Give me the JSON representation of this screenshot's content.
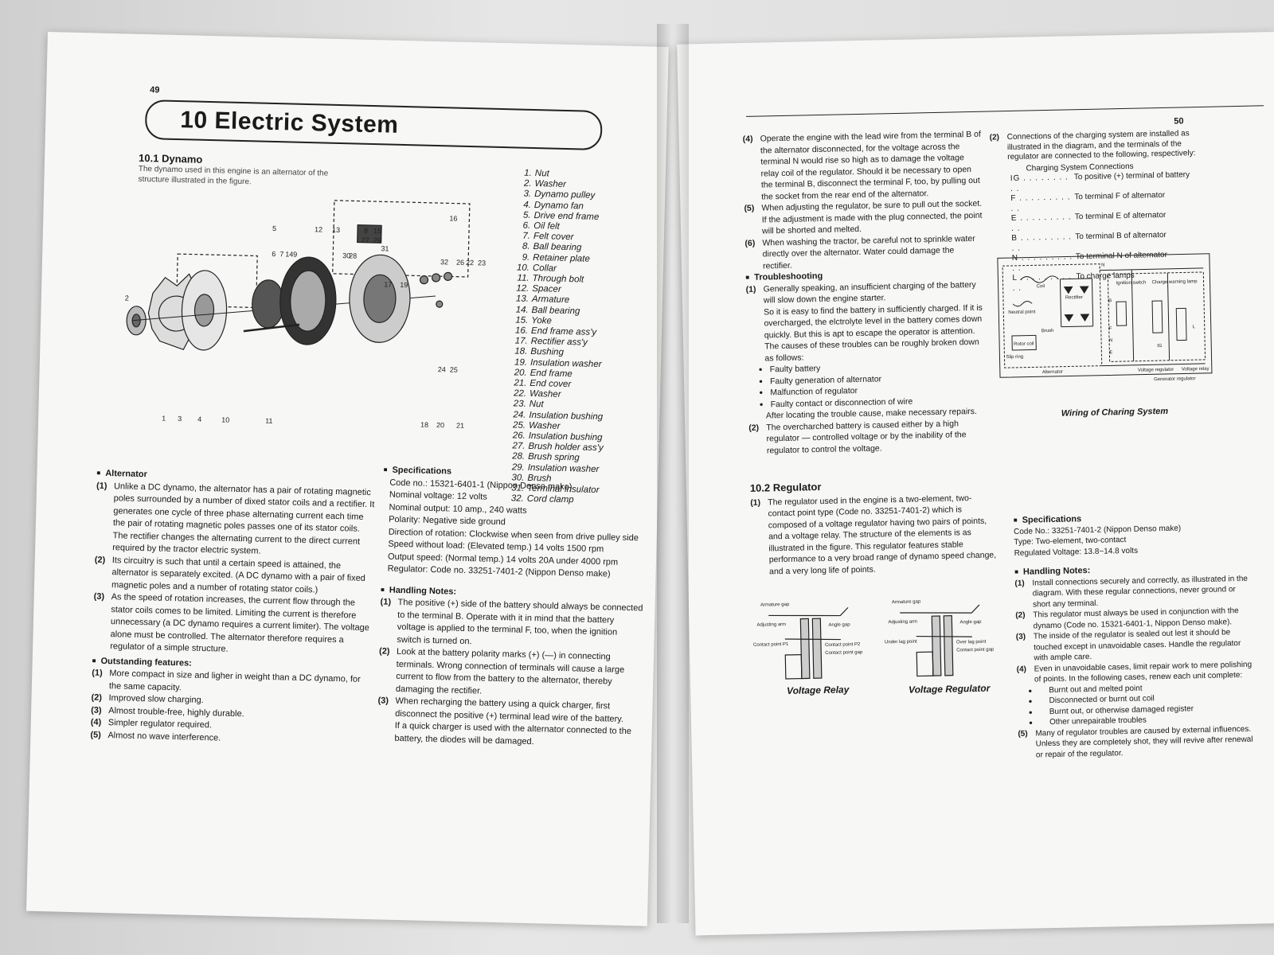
{
  "left_page": {
    "page_number": "49",
    "chapter_title": "10 Electric System",
    "section_title": "10.1 Dynamo",
    "intro": "The dynamo used in this engine is an alternator of the structure illustrated in the figure.",
    "figure_callouts": [
      "1",
      "2",
      "3",
      "4",
      "5",
      "6",
      "7",
      "8",
      "9",
      "10",
      "11",
      "12",
      "13",
      "14",
      "15",
      "16",
      "17",
      "18",
      "19",
      "20",
      "21",
      "22",
      "23",
      "24",
      "25",
      "26",
      "27",
      "28",
      "29",
      "30",
      "31",
      "32"
    ],
    "parts": [
      {
        "n": "1.",
        "name": "Nut"
      },
      {
        "n": "2.",
        "name": "Washer"
      },
      {
        "n": "3.",
        "name": "Dynamo pulley"
      },
      {
        "n": "4.",
        "name": "Dynamo fan"
      },
      {
        "n": "5.",
        "name": "Drive end frame"
      },
      {
        "n": "6.",
        "name": "Oil felt"
      },
      {
        "n": "7.",
        "name": "Felt cover"
      },
      {
        "n": "8.",
        "name": "Ball bearing"
      },
      {
        "n": "9.",
        "name": "Retainer plate"
      },
      {
        "n": "10.",
        "name": "Collar"
      },
      {
        "n": "11.",
        "name": "Through bolt"
      },
      {
        "n": "12.",
        "name": "Spacer"
      },
      {
        "n": "13.",
        "name": "Armature"
      },
      {
        "n": "14.",
        "name": "Ball bearing"
      },
      {
        "n": "15.",
        "name": "Yoke"
      },
      {
        "n": "16.",
        "name": "End frame ass'y"
      },
      {
        "n": "17.",
        "name": "Rectifier ass'y"
      },
      {
        "n": "18.",
        "name": "Bushing"
      },
      {
        "n": "19.",
        "name": "Insulation washer"
      },
      {
        "n": "20.",
        "name": "End frame"
      },
      {
        "n": "21.",
        "name": "End cover"
      },
      {
        "n": "22.",
        "name": "Washer"
      },
      {
        "n": "23.",
        "name": "Nut"
      },
      {
        "n": "24.",
        "name": "Insulation bushing"
      },
      {
        "n": "25.",
        "name": "Washer"
      },
      {
        "n": "26.",
        "name": "Insulation bushing"
      },
      {
        "n": "27.",
        "name": "Brush holder ass'y"
      },
      {
        "n": "28.",
        "name": "Brush spring"
      },
      {
        "n": "29.",
        "name": "Insulation washer"
      },
      {
        "n": "30.",
        "name": "Brush"
      },
      {
        "n": "31.",
        "name": "Terminal insulator"
      },
      {
        "n": "32.",
        "name": "Cord clamp"
      }
    ],
    "alternator": {
      "heading": "Alternator",
      "items": [
        {
          "n": "(1)",
          "text": "Unlike a DC dynamo, the alternator has a pair of rotating magnetic poles surrounded by a number of dixed stator coils and a rectifier. It generates one cycle of three phase alternating current each time the pair of rotating magnetic poles passes one of its stator coils. The rectifier changes the alternating current to the direct current required by the tractor electric system."
        },
        {
          "n": "(2)",
          "text": "Its circuitry is such that until a certain speed is attained, the alternator is separately excited. (A DC dynamo with a pair of fixed magnetic poles and a number of rotating stator coils.)"
        },
        {
          "n": "(3)",
          "text": "As the speed of rotation increases, the current flow through the stator coils comes to be limited. Limiting the current is therefore unnecessary (a DC dynamo requires a current limiter). The voltage alone must be controlled. The alternator therefore requires a regulator of a simple structure."
        }
      ]
    },
    "outstanding": {
      "heading": "Outstanding features:",
      "items": [
        {
          "n": "(1)",
          "text": "More compact in size and ligher in weight than a DC dynamo, for the same capacity."
        },
        {
          "n": "(2)",
          "text": "Improved slow charging."
        },
        {
          "n": "(3)",
          "text": "Almost trouble-free, highly durable."
        },
        {
          "n": "(4)",
          "text": "Simpler regulator required."
        },
        {
          "n": "(5)",
          "text": "Almost no wave interference."
        }
      ]
    },
    "specifications": {
      "heading": "Specifications",
      "lines": [
        "Code no.: 15321-6401-1 (Nippon Denso make)",
        "Nominal voltage: 12 volts",
        "Nominal output: 10 amp., 240 watts",
        "Polarity: Negative side ground",
        "Direction of rotation: Clockwise when seen from drive pulley side",
        "Speed without load: (Elevated temp.) 14 volts 1500 rpm",
        "Output speed: (Normal temp.) 14 volts 20A under 4000 rpm",
        "Regulator: Code no. 33251-7401-2 (Nippon Denso make)"
      ]
    },
    "handling": {
      "heading": "Handling Notes:",
      "items": [
        {
          "n": "(1)",
          "text": "The positive (+) side of the battery should always be connected to the terminal B. Operate with it in mind that the battery voltage is applied to the terminal F, too, when the ignition switch is turned on."
        },
        {
          "n": "(2)",
          "text": "Look at the battery polarity marks (+) (—) in connecting terminals. Wrong connection of terminals will cause a large current to flow from the battery to the alternator, thereby damaging the rectifier."
        },
        {
          "n": "(3)",
          "text": "When recharging the battery using a quick charger, first disconnect the positive (+) terminal lead wire of the battery."
        }
      ],
      "extra": "If a quick charger is used with the alternator connected to the battery, the diodes will be damaged."
    }
  },
  "right_page": {
    "page_number": "50",
    "top_items": [
      {
        "n": "(4)",
        "text": "Operate the engine with the lead wire from the terminal B of the alternator disconnected, for the voltage across the terminal N would rise so high as to damage the voltage relay coil of the regulator. Should it be necessary to open the terminal B, disconnect the terminal F, too, by pulling out the socket from the rear end of the alternator."
      },
      {
        "n": "(5)",
        "text": "When adjusting the regulator, be sure to pull out the socket. If the adjustment is made with the plug connected, the point will be shorted and melted."
      },
      {
        "n": "(6)",
        "text": "When washing the tractor, be careful not to sprinkle water directly over the alternator. Water could damage the rectifier."
      }
    ],
    "troubleshooting": {
      "heading": "Troubleshooting",
      "item1": "Generally speaking, an insufficient charging of the battery will slow down the engine starter.",
      "item1_more": "So it is easy to find the battery in sufficiently charged. If it is overcharged, the elctrolyte level in the battery comes down quickly. But this is apt to escape the operator is attention.",
      "causes_intro": "The causes of these troubles can be roughly broken down as follows:",
      "causes": [
        "Faulty battery",
        "Faulty generation of alternator",
        "Malfunction of regulator",
        "Faulty contact or disconnection of wire"
      ],
      "after": "After locating the trouble cause, make necessary repairs.",
      "item2": "The overcharched battery is caused either by a high regulator — controlled voltage or by the inability of the regulator to control the voltage."
    },
    "connections": {
      "n": "(2)",
      "text": "Connections of the charging system are installed as illustrated in the diagram, and the terminals of the regulator are connected to the following, respectively:",
      "title": "Charging System Connections",
      "rows": [
        {
          "k": "IG . . . . . . . . . .",
          "v": "To positive (+) terminal of battery"
        },
        {
          "k": "F . . . . . . . . . . .",
          "v": "To terminal F of alternator"
        },
        {
          "k": "E . . . . . . . . . . .",
          "v": "To terminal E of alternator"
        },
        {
          "k": "B . . . . . . . . . . .",
          "v": "To terminal B of alternator"
        },
        {
          "k": "N . . . . . . . . . . .",
          "v": "To terminal N of alternator"
        },
        {
          "k": "L . . . . . . . . . . .",
          "v": "To charge lamps"
        }
      ]
    },
    "wiring_caption": "Wiring of Charing System",
    "wiring_labels": [
      "Coil",
      "Rectifier",
      "Neutral point",
      "Brush",
      "Rotor coil",
      "Slip ring",
      "Alternator",
      "Ignition switch",
      "Charge warning lamp",
      "Voltage regulator",
      "Voltage relay",
      "Generator regulator",
      "F",
      "B",
      "E",
      "N",
      "L",
      "IG",
      "N"
    ],
    "regulator_section": {
      "title": "10.2 Regulator",
      "n": "(1)",
      "text": "The regulator used in the engine is a two-element, two-contact point type (Code no. 33251-7401-2) which is composed of a voltage regulator having two pairs of points, and a voltage relay. The structure of the elements is as illustrated in the figure. This regulator features stable performance to a very broad range of dynamo speed change, and a very long life of points."
    },
    "relay_fig": {
      "caption": "Voltage Relay",
      "labels": [
        "Armature gap",
        "Adjusting arm",
        "Angle gap",
        "Contact point P1",
        "Contact point P2",
        "Contact point gap"
      ]
    },
    "regulator_fig": {
      "caption": "Voltage Regulator",
      "labels": [
        "Armature gap",
        "Adjusting arm",
        "Angle gap",
        "Under lag point",
        "Over lag point",
        "Contact point gap"
      ]
    },
    "reg_specs": {
      "heading": "Specifications",
      "lines": [
        "Code No.: 33251-7401-2 (Nippon Denso make)",
        "Type: Two-element, two-contact",
        "Regulated Voltage: 13.8~14.8 volts"
      ]
    },
    "reg_handling": {
      "heading": "Handling Notes:",
      "items": [
        {
          "n": "(1)",
          "text": "Install connections securely and correctly, as illustrated in the diagram. With these regular connections, never ground or short any terminal."
        },
        {
          "n": "(2)",
          "text": "This regulator must always be used in conjunction with the dynamo (Code no. 15321-6401-1, Nippon Denso make)."
        },
        {
          "n": "(3)",
          "text": "The inside of the regulator is sealed out lest it should be touched except in unavoidable cases. Handle the regulator with ample care."
        },
        {
          "n": "(4)",
          "text": "Even in unavoidable cases, limit repair work to mere polishing of points. In the following cases, renew each unit complete:"
        }
      ],
      "bullets": [
        "Burnt out and melted point",
        "Disconnected or burnt out coil",
        "Burnt out, or otherwise damaged register",
        "Other unrepairable troubles"
      ],
      "item5": {
        "n": "(5)",
        "text": "Many of regulator troubles are caused by external influences. Unless they are completely shot, they will revive after renewal or repair of the regulator."
      }
    }
  }
}
